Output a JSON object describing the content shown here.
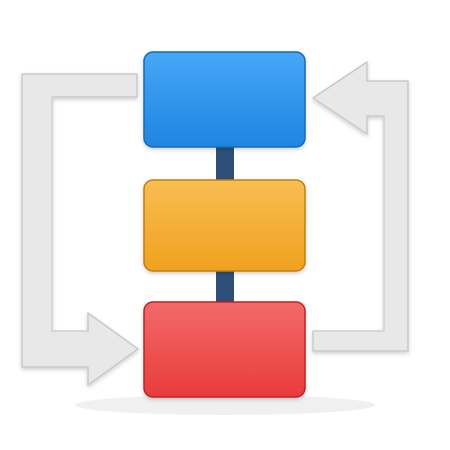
{
  "diagram": {
    "blocks": [
      {
        "id": "top",
        "color": "#1E85E3",
        "shadow": "#176AB6",
        "highlight": "#46A7F6"
      },
      {
        "id": "middle",
        "color": "#F0A11E",
        "shadow": "#C17E11",
        "highlight": "#F8BE52"
      },
      {
        "id": "bottom",
        "color": "#E93C3C",
        "shadow": "#BF2020",
        "highlight": "#F36A6A"
      }
    ],
    "connector_color": "#2E4F77",
    "arrow_color": "#E8E8E8",
    "arrow_edge_color": "#C9C9C9",
    "arrows": [
      {
        "id": "left-loop",
        "direction": "down-then-right"
      },
      {
        "id": "right-loop",
        "direction": "up-then-left"
      }
    ]
  }
}
